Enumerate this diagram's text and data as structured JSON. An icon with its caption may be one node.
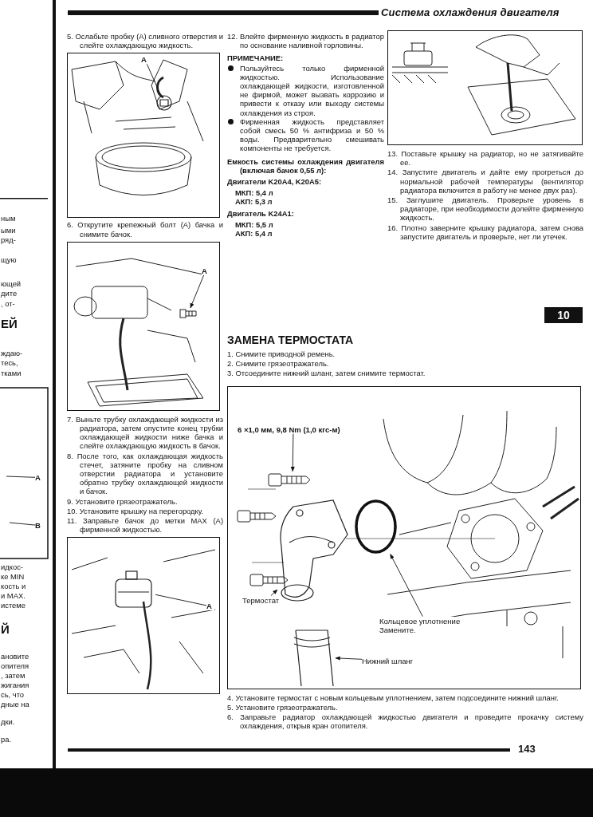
{
  "diagram": {
    "title": "Система охлаждения двигателя",
    "nodes": [
      {
        "text": [
          "A"
        ]
      },
      {
        "text": [],
        "shape": "picture"
      },
      {
        "text": [
          "A"
        ]
      },
      {
        "text": [],
        "shape": "picture"
      },
      {
        "text": [
          "6 ×1,0 мм, 9,8 Nm (1,0 кгс-м)"
        ]
      },
      {
        "text": [],
        "shape": "picture"
      },
      {
        "text": [
          "Термостат"
        ]
      },
      {
        "text": [],
        "shape": "picture"
      },
      {
        "text": [
          "Кольцевое уплотнение Замените."
        ]
      },
      {
        "text": [],
        "shape": "circle"
      },
      {
        "text": [
          "Нижний шланг"
        ]
      },
      {
        "text": [],
        "shape": "picture"
      },
      {
        "text": [
          "A"
        ]
      },
      {
        "text": [],
        "shape": "picture"
      },
      {
        "text": [
          "A"
        ]
      },
      {
        "text": [
          "B"
        ]
      }
    ],
    "edges": [
      {
        "from": 0,
        "to": 1,
        "arrow": "none"
      },
      {
        "from": 2,
        "to": 3,
        "arrow": "to"
      },
      {
        "from": 4,
        "to": 5,
        "arrow": "to"
      },
      {
        "from": 6,
        "to": 7,
        "arrow": "to"
      },
      {
        "from": 8,
        "to": 9,
        "arrow": "to"
      },
      {
        "from": 10,
        "to": 11,
        "arrow": "to"
      },
      {
        "from": 12,
        "to": 13,
        "arrow": "none"
      },
      {
        "from": 14,
        "to": null,
        "arrow": "none"
      },
      {
        "from": 15,
        "to": null,
        "arrow": "none"
      }
    ],
    "labels": [
      "5. Ослабьте пробку (A) сливного отверстия и слейте охлаждающую жидкость.",
      "6. Открутите крепежный болт (A) бачка и снимите бачок.",
      "7. Выньте трубку охлаждающей жидкости из радиатора, затем опустите конец трубки охлаждающей жидкости ниже бачка и слейте охлаждающую жидкость в бачок.",
      "8. После того, как охлаждающая жидкость стечет, затяните пробку на сливном отверстии радиатора и установите обратно трубку охлаждающей жидкости и бачок.",
      "9. Установите грязеотражатель.",
      "10. Установите крышку на перегородку.",
      "11. Заправьте бачок до метки MAX (A) фирменной жидкостью.",
      "12. Влейте фирменную жидкость в радиатор по основание наливной горловины.",
      "ПРИМЕЧАНИЕ:",
      "Пользуйтесь только фирменной жидкостью. Использование охлаждающей жидкости, изготовленной не фирмой, может вызвать коррозию и привести к отказу или выходу системы охлаждения из строя.",
      "Фирменная жидкость представляет собой смесь 50 % антифриза и 50 % воды. Предварительно смешивать компоненты не требуется.",
      "Емкость системы охлаждения двигателя (включая бачок 0,55 л):",
      "Двигатели K20A4, K20A5:",
      "МКП: 5,4 л",
      "АКП: 5,3 л",
      "Двигатель K24A1:",
      "МКП: 5,5 л",
      "АКП: 5,4 л",
      "13. Поставьте крышку на радиатор, но не затягивайте ее.",
      "14. Запустите двигатель и дайте ему прогреться до нормальной рабочей температуры (вентилятор радиатора включится в работу не менее двух раз).",
      "15. Заглушите двигатель. Проверьте уровень в радиаторе, при необходимости долейте фирменную жидкость.",
      "16. Плотно заверните крышку радиатора, затем снова запустите двигатель и проверьте, нет ли утечек.",
      "10",
      "ЗАМЕНА ТЕРМОСТАТА",
      "1. Снимите приводной ремень.",
      "2. Снимите грязеотражатель.",
      "3. Отсоедините нижний шланг, затем снимите термостат.",
      "4. Установите термостат с новым кольцевым уплотнением, затем подсоедините нижний шланг.",
      "5. Установите грязеотражатель.",
      "6. Заправьте радиатор охлаждающей жидкостью двигателя и проведите прокачку систему охлаждения, открыв кран отопителя.",
      "143",
      "ным",
      "ыми",
      "ряд-",
      "щую",
      "ющей",
      "дите",
      ", от-",
      "ЕЙ",
      "ждаю-",
      "тесь,",
      "тками",
      "идкос-",
      "ке MIN",
      "кость и",
      "и MAX.",
      "истеме",
      "Й",
      "ановите",
      "опителя",
      ", затем",
      "жигания",
      "сь, что",
      "дные на",
      "дки.",
      "ра."
    ]
  }
}
